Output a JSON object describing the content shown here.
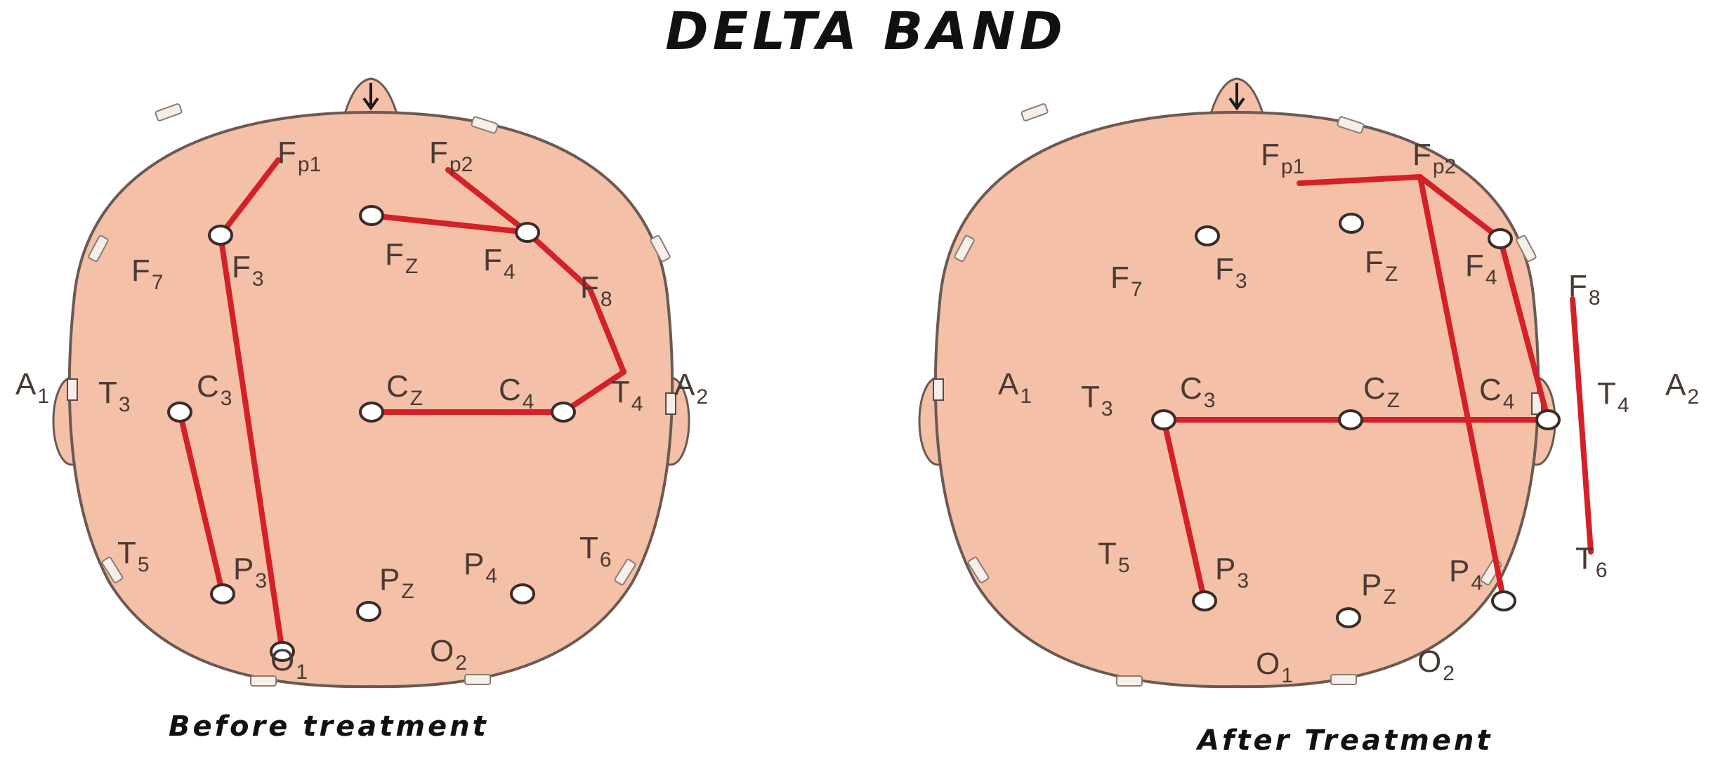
{
  "title": "DELTA BAND",
  "colors": {
    "scalp_fill": "#f4c0a8",
    "scalp_outline": "#6a5a52",
    "connection": "#d42028",
    "electrode_fill": "#ffffff",
    "electrode_stroke": "#3a2c28"
  },
  "panels": [
    {
      "id": "before",
      "caption": "Before treatment",
      "electrodes": [
        {
          "id": "Fp1",
          "main": "F",
          "sub": "p1"
        },
        {
          "id": "Fp2",
          "main": "F",
          "sub": "p2"
        },
        {
          "id": "F7",
          "main": "F",
          "sub": "7"
        },
        {
          "id": "F3",
          "main": "F",
          "sub": "3"
        },
        {
          "id": "Fz",
          "main": "F",
          "sub": "Z"
        },
        {
          "id": "F4",
          "main": "F",
          "sub": "4"
        },
        {
          "id": "F8",
          "main": "F",
          "sub": "8"
        },
        {
          "id": "A1",
          "main": "A",
          "sub": "1"
        },
        {
          "id": "T3",
          "main": "T",
          "sub": "3"
        },
        {
          "id": "C3",
          "main": "C",
          "sub": "3"
        },
        {
          "id": "Cz",
          "main": "C",
          "sub": "Z"
        },
        {
          "id": "C4",
          "main": "C",
          "sub": "4"
        },
        {
          "id": "T4",
          "main": "T",
          "sub": "4"
        },
        {
          "id": "A2",
          "main": "A",
          "sub": "2"
        },
        {
          "id": "T5",
          "main": "T",
          "sub": "5"
        },
        {
          "id": "P3",
          "main": "P",
          "sub": "3"
        },
        {
          "id": "Pz",
          "main": "P",
          "sub": "Z"
        },
        {
          "id": "P4",
          "main": "P",
          "sub": "4"
        },
        {
          "id": "T6",
          "main": "T",
          "sub": "6"
        },
        {
          "id": "O1",
          "main": "O",
          "sub": "1"
        },
        {
          "id": "O2",
          "main": "O",
          "sub": "2"
        }
      ],
      "connections": [
        [
          "Fp1",
          "F3"
        ],
        [
          "F3",
          "O1"
        ],
        [
          "Fz",
          "F4"
        ],
        [
          "Fp2",
          "F4"
        ],
        [
          "F4",
          "F8"
        ],
        [
          "F8",
          "T4"
        ],
        [
          "T4",
          "C4"
        ],
        [
          "Cz",
          "C4"
        ],
        [
          "C3",
          "P3"
        ]
      ]
    },
    {
      "id": "after",
      "caption": "After Treatment",
      "electrodes": [
        {
          "id": "Fp1",
          "main": "F",
          "sub": "p1"
        },
        {
          "id": "Fp2",
          "main": "F",
          "sub": "p2"
        },
        {
          "id": "F7",
          "main": "F",
          "sub": "7"
        },
        {
          "id": "F3",
          "main": "F",
          "sub": "3"
        },
        {
          "id": "Fz",
          "main": "F",
          "sub": "Z"
        },
        {
          "id": "F4",
          "main": "F",
          "sub": "4"
        },
        {
          "id": "F8",
          "main": "F",
          "sub": "8"
        },
        {
          "id": "A1",
          "main": "A",
          "sub": "1"
        },
        {
          "id": "T3",
          "main": "T",
          "sub": "3"
        },
        {
          "id": "C3",
          "main": "C",
          "sub": "3"
        },
        {
          "id": "Cz",
          "main": "C",
          "sub": "Z"
        },
        {
          "id": "C4",
          "main": "C",
          "sub": "4"
        },
        {
          "id": "T4",
          "main": "T",
          "sub": "4"
        },
        {
          "id": "A2",
          "main": "A",
          "sub": "2"
        },
        {
          "id": "T5",
          "main": "T",
          "sub": "5"
        },
        {
          "id": "P3",
          "main": "P",
          "sub": "3"
        },
        {
          "id": "Pz",
          "main": "P",
          "sub": "Z"
        },
        {
          "id": "P4",
          "main": "P",
          "sub": "4"
        },
        {
          "id": "T6",
          "main": "T",
          "sub": "6"
        },
        {
          "id": "O1",
          "main": "O",
          "sub": "1"
        },
        {
          "id": "O2",
          "main": "O",
          "sub": "2"
        }
      ],
      "connections": [
        [
          "Fp1",
          "Fp2"
        ],
        [
          "Fp2",
          "F4"
        ],
        [
          "Fp2",
          "P4"
        ],
        [
          "F4",
          "C4"
        ],
        [
          "C3",
          "C4"
        ],
        [
          "C3",
          "P3"
        ],
        [
          "F8",
          "T6"
        ]
      ]
    }
  ]
}
